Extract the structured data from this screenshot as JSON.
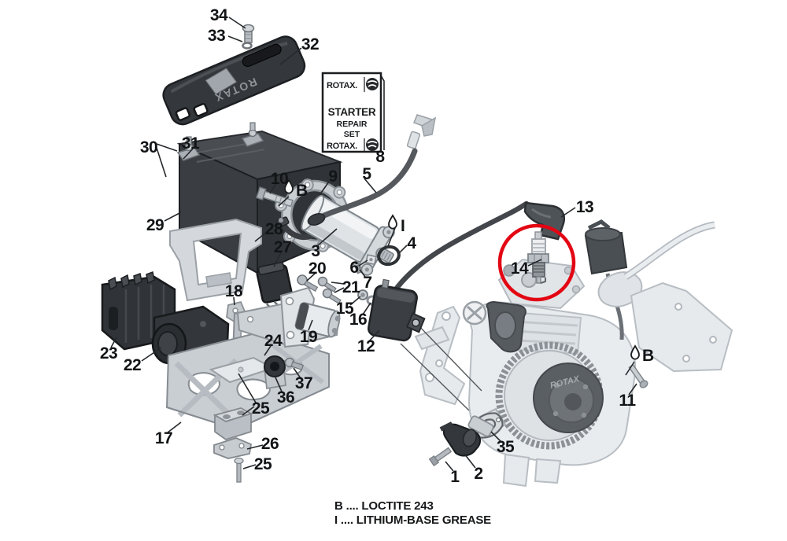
{
  "diagram": {
    "type": "exploded-parts-diagram",
    "legend": {
      "line_b": "B .... LOCTITE 243",
      "line_i": "I .... LITHIUM-BASE GREASE"
    },
    "repair_set_card": {
      "brand_top": "ROTAX.",
      "line1": "STARTER",
      "line2": "REPAIR",
      "line3": "SET",
      "brand_bottom": "ROTAX."
    },
    "battery_cover_label": "ROTAX",
    "engine_flywheel_label": "ROTAX",
    "highlight_color": "#e30613",
    "callouts": {
      "c1": "1",
      "c2": "2",
      "c3": "3",
      "c4": "4",
      "c5": "5",
      "c6": "6",
      "c7": "7",
      "c8": "8",
      "c9": "9",
      "c10": "10",
      "c11": "11",
      "c12": "12",
      "c13": "13",
      "c14": "14",
      "c15": "15",
      "c16": "16",
      "c17": "17",
      "c18": "18",
      "c19": "19",
      "c20": "20",
      "c21": "21",
      "c22": "22",
      "c23": "23",
      "c24": "24",
      "c25a": "25",
      "c25b": "25",
      "c26": "26",
      "c27": "27",
      "c28": "28",
      "c29": "29",
      "c30": "30",
      "c31": "31",
      "c32": "32",
      "c33": "33",
      "c34": "34",
      "c35": "35",
      "c36": "36",
      "c37": "37",
      "b_left": "B",
      "i_mark": "I",
      "b_right": "B"
    }
  }
}
